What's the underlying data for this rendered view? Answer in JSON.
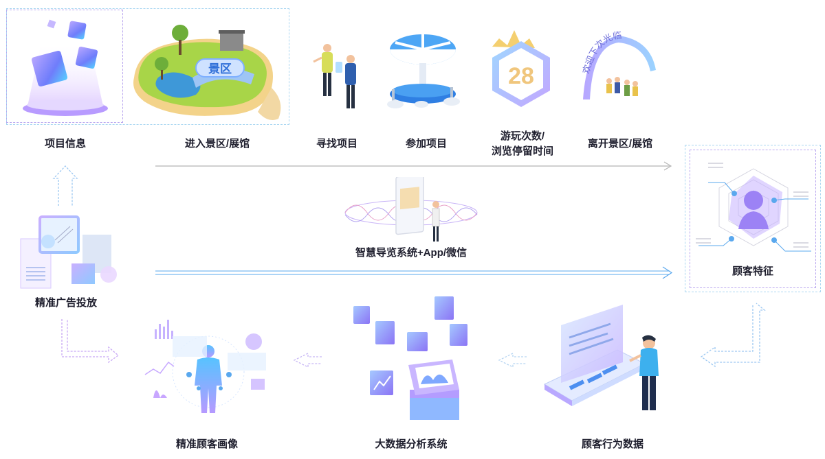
{
  "nodes": {
    "project_info": "项目信息",
    "enter_area": "进入景区/展馆",
    "find_project": "寻找项目",
    "join_project": "参加项目",
    "play_count_line1": "游玩次数/",
    "play_count_line2": "浏览停留时间",
    "leave_area": "离开景区/展馆",
    "smart_guide": "智慧导览系统+App/微信",
    "ad_delivery": "精准广告投放",
    "customer_traits": "顾客特征",
    "customer_portrait": "精准顾客画像",
    "big_data": "大数据分析系统",
    "behavior_data": "顾客行为数据"
  },
  "illustration_text": {
    "scenic_sign": "景区",
    "badge_number": "28",
    "welcome_arch": "欢迎下次光临"
  },
  "colors": {
    "accent_purple": "#8f7cf7",
    "accent_blue": "#4fa9ff",
    "arrow_gray": "#b5b5b5",
    "arrow_blue": "#5aa8ee",
    "text": "#1f1f2e"
  }
}
